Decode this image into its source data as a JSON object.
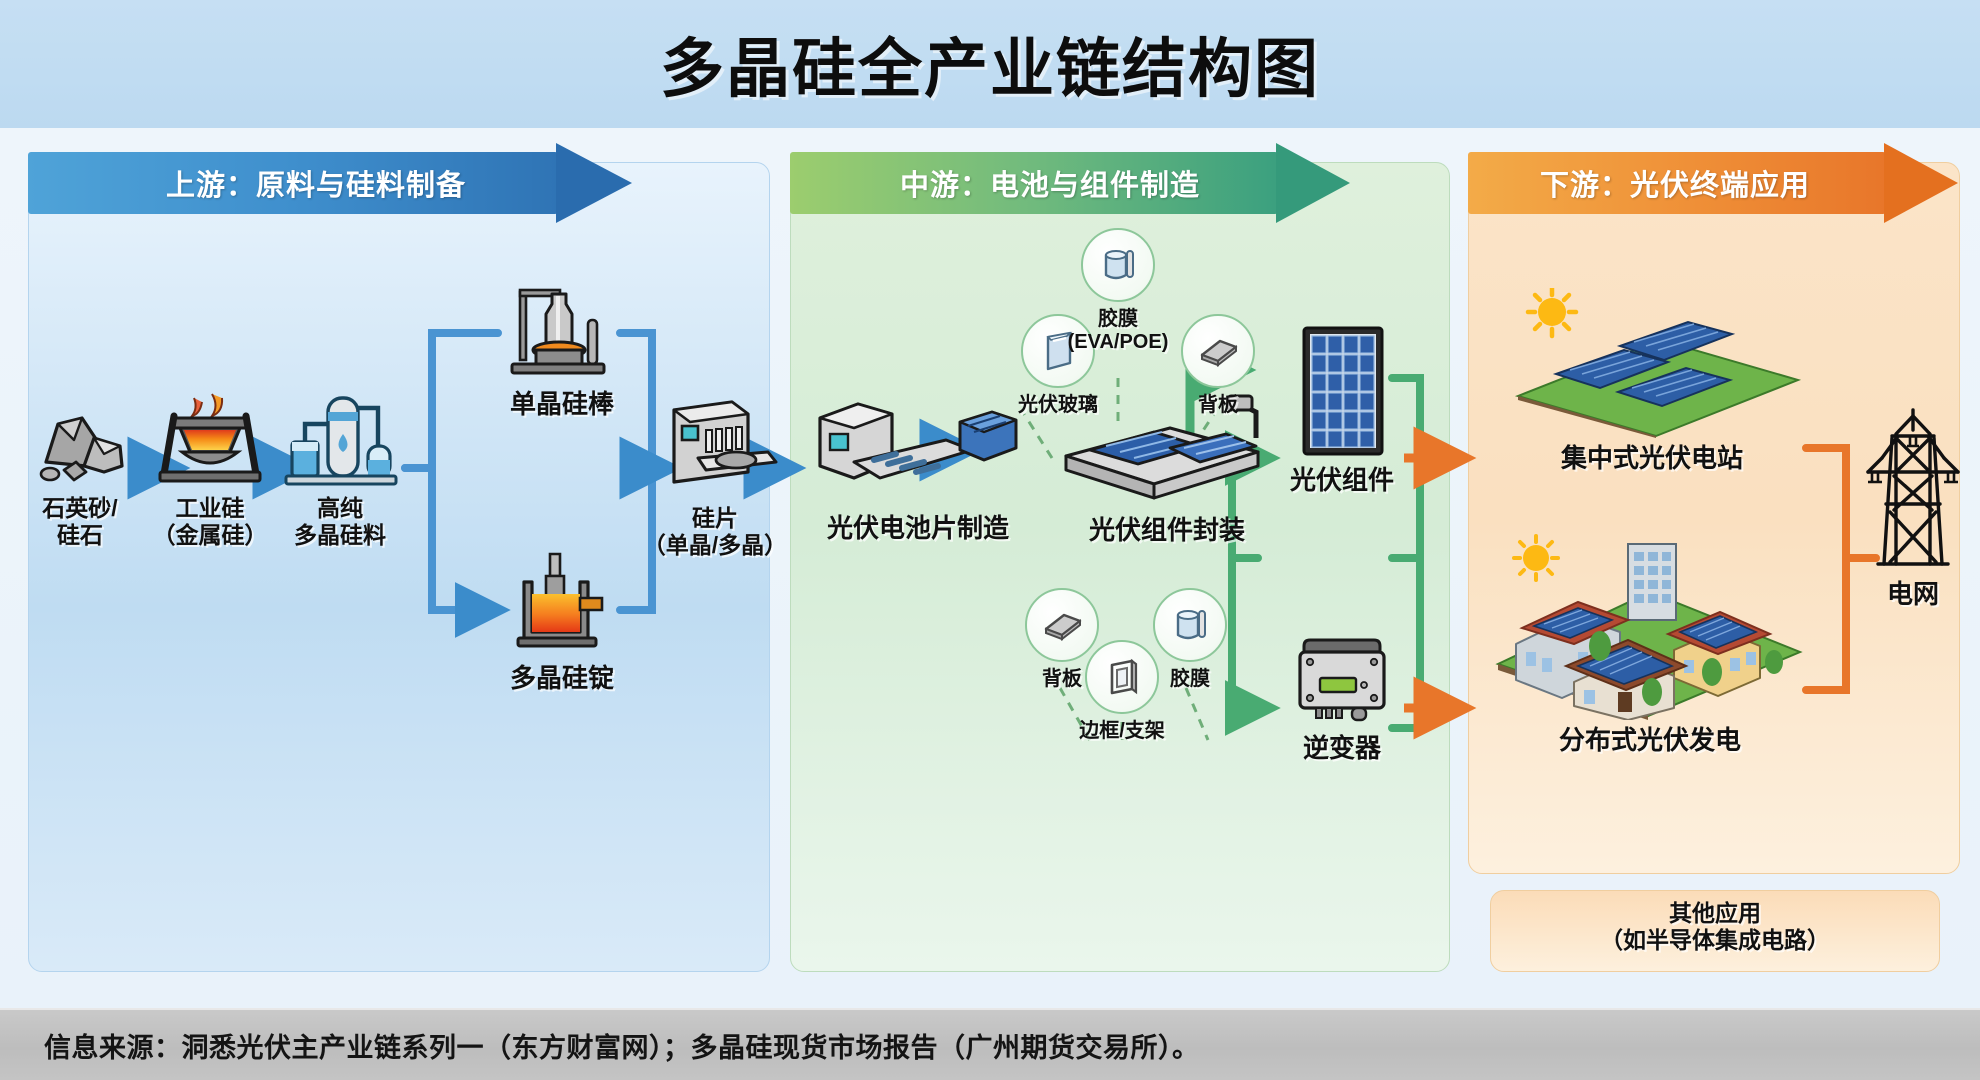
{
  "title": "多晶硅全产业链结构图",
  "stages": [
    {
      "id": "upstream",
      "banner": "上游：原料与硅料制备",
      "color": "#3f8fcd"
    },
    {
      "id": "midstream",
      "banner": "中游：电池与组件制造",
      "color": "#72bb7d"
    },
    {
      "id": "downstream",
      "banner": "下游：光伏终端应用",
      "color": "#ef8f37"
    }
  ],
  "upstream": {
    "nodes": [
      {
        "key": "quartz",
        "label": "石英砂/\n硅石",
        "icon": "rocks-icon"
      },
      {
        "key": "mg_silicon",
        "label": "工业硅\n（金属硅）",
        "icon": "furnace-icon"
      },
      {
        "key": "polysilicon",
        "label": "高纯\n多晶硅料",
        "icon": "purification-tower-icon"
      },
      {
        "key": "mono_ingot",
        "label": "单晶硅棒",
        "icon": "czochralski-puller-icon"
      },
      {
        "key": "poly_ingot",
        "label": "多晶硅锭",
        "icon": "casting-furnace-icon"
      },
      {
        "key": "wafer",
        "label": "硅片\n（单晶/多晶）",
        "icon": "wafer-saw-icon"
      }
    ]
  },
  "midstream": {
    "nodes": [
      {
        "key": "cell_mfg",
        "label": "光伏电池片制造",
        "icon": "cell-production-line-icon"
      },
      {
        "key": "module_enc",
        "label": "光伏组件封装",
        "icon": "module-assembly-icon"
      },
      {
        "key": "pv_module",
        "label": "光伏组件",
        "icon": "solar-panel-icon"
      },
      {
        "key": "inverter",
        "label": "逆变器",
        "icon": "inverter-icon"
      }
    ],
    "materials_top": [
      {
        "key": "pv_glass",
        "label": "光伏玻璃",
        "icon": "glass-sheet-icon"
      },
      {
        "key": "encap_film",
        "label": "胶膜\n(EVA/POE)",
        "icon": "film-roll-icon"
      },
      {
        "key": "backsheet1",
        "label": "背板",
        "icon": "backsheet-icon"
      }
    ],
    "materials_bottom": [
      {
        "key": "backsheet2",
        "label": "背板",
        "icon": "backsheet-icon"
      },
      {
        "key": "frame",
        "label": "边框/支架",
        "icon": "frame-icon"
      },
      {
        "key": "film2",
        "label": "胶膜",
        "icon": "film-roll-icon"
      }
    ]
  },
  "downstream": {
    "nodes": [
      {
        "key": "utility_pv",
        "label": "集中式光伏电站",
        "icon": "solar-farm-icon"
      },
      {
        "key": "distributed_pv",
        "label": "分布式光伏发电",
        "icon": "rooftop-solar-icon"
      },
      {
        "key": "grid",
        "label": "电网",
        "icon": "transmission-tower-icon"
      }
    ],
    "other": "其他应用\n（如半导体集成电路）"
  },
  "footer": {
    "source": "信息来源：洞悉光伏主产业链系列一（东方财富网）；多晶硅现货市场报告（广州期货交易所）。"
  },
  "palette": {
    "upstream_arrow": "#3b8ccb",
    "midstream_arrow": "#49ab72",
    "downstream_arrow": "#e8762a",
    "panel_blue": "#bfdcf2",
    "panel_green": "#d5ecd6",
    "panel_orange": "#fae0c0"
  }
}
